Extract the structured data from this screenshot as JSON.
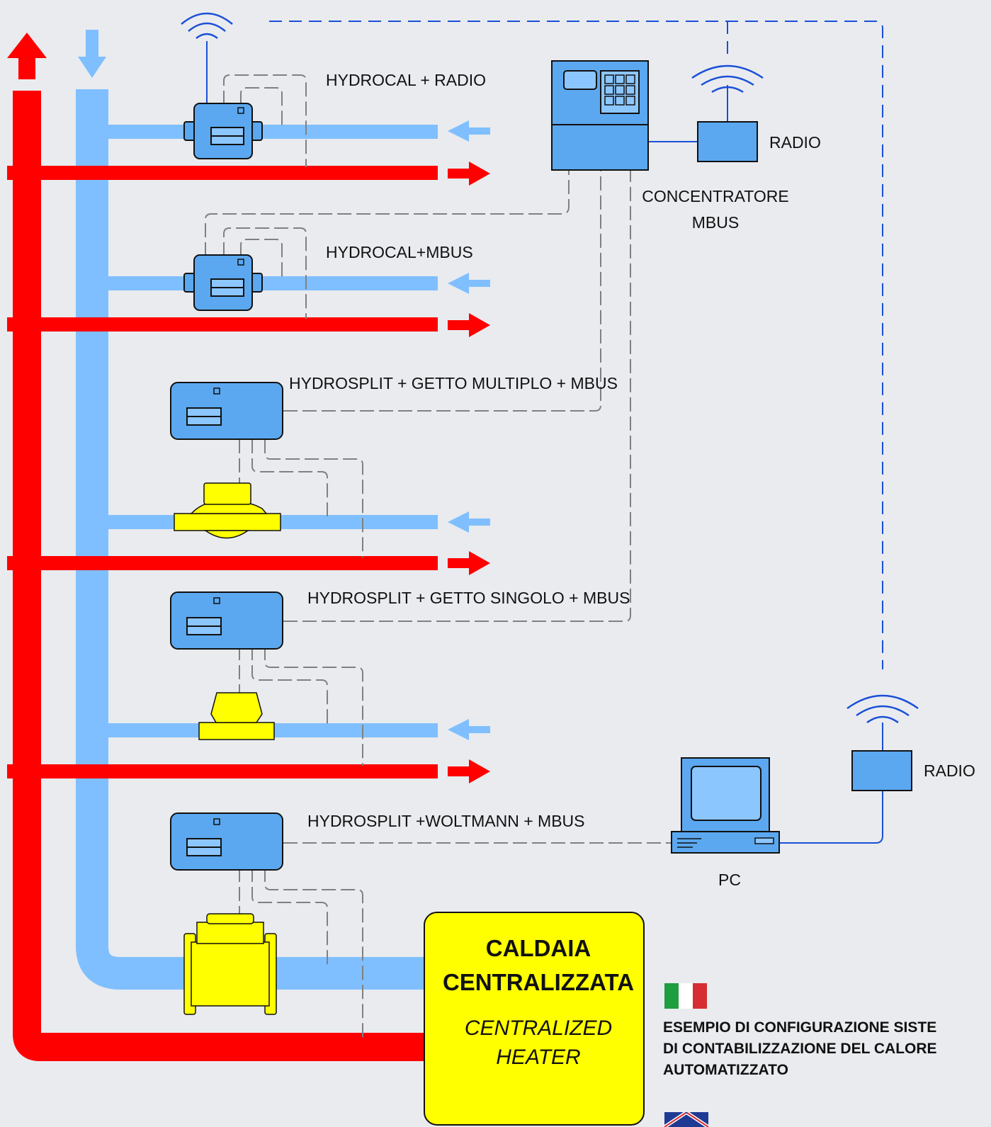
{
  "colors": {
    "background": "#e9ebef",
    "hot_pipe": "#ff0000",
    "cold_pipe": "#7fbfff",
    "device_blue": "#5ba8f0",
    "meter_yellow": "#ffff00",
    "radio_line": "#1a4fd6",
    "mbus_line": "#808080"
  },
  "labels": {
    "hydrocal_radio": "HYDROCAL + RADIO",
    "hydrocal_mbus": "HYDROCAL+MBUS",
    "hydrosplit_multi": "HYDROSPLIT + GETTO MULTIPLO + MBUS",
    "hydrosplit_single": "HYDROSPLIT + GETTO SINGOLO + MBUS",
    "hydrosplit_woltmann": "HYDROSPLIT +WOLTMANN  + MBUS",
    "radio_top": "RADIO",
    "concentrator_line1": "CONCENTRATORE",
    "concentrator_line2": "MBUS",
    "radio_bottom": "RADIO",
    "pc": "PC"
  },
  "heater": {
    "title_line1": "CALDAIA",
    "title_line2": "CENTRALIZZATA",
    "subtitle_line1": "CENTRALIZED",
    "subtitle_line2": "HEATER"
  },
  "description": {
    "line1": "ESEMPIO DI CONFIGURAZIONE SISTE",
    "line2": "DI CONTABILIZZAZIONE DEL CALORE",
    "line3": "AUTOMATIZZATO"
  },
  "icons": {
    "flag_it": "italian-flag-icon",
    "flag_uk": "uk-flag-icon",
    "antenna": "antenna-waves-icon"
  }
}
